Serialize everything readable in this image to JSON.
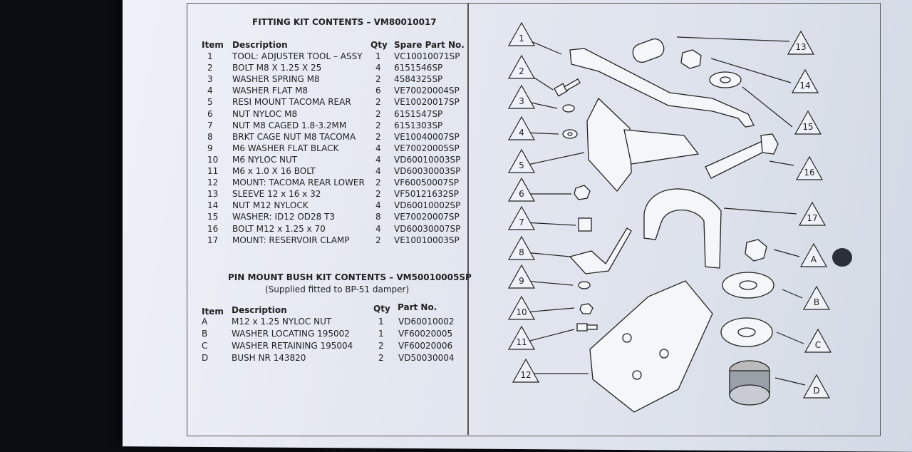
{
  "fitting_kit": {
    "title": "FITTING KIT CONTENTS – VM80010017",
    "headers": {
      "item": "Item",
      "description": "Description",
      "qty": "Qty",
      "part": "Spare Part No."
    },
    "rows": [
      {
        "item": "1",
        "description": "TOOL: ADJUSTER TOOL – ASSY",
        "qty": "1",
        "part": "VC10010071SP"
      },
      {
        "item": "2",
        "description": "BOLT M8 X 1.25 X 25",
        "qty": "4",
        "part": "6151546SP"
      },
      {
        "item": "3",
        "description": "WASHER SPRING M8",
        "qty": "2",
        "part": "4584325SP"
      },
      {
        "item": "4",
        "description": "WASHER FLAT M8",
        "qty": "6",
        "part": "VE70020004SP"
      },
      {
        "item": "5",
        "description": "RESI MOUNT TACOMA REAR",
        "qty": "2",
        "part": "VE10020017SP"
      },
      {
        "item": "6",
        "description": "NUT NYLOC M8",
        "qty": "2",
        "part": "6151547SP"
      },
      {
        "item": "7",
        "description": "NUT M8 CAGED 1.8-3.2MM",
        "qty": "2",
        "part": "6151303SP"
      },
      {
        "item": "8",
        "description": "BRKT CAGE NUT M8 TACOMA",
        "qty": "2",
        "part": "VE10040007SP"
      },
      {
        "item": "9",
        "description": "M6 WASHER FLAT BLACK",
        "qty": "4",
        "part": "VE70020005SP"
      },
      {
        "item": "10",
        "description": "M6 NYLOC NUT",
        "qty": "4",
        "part": "VD60010003SP"
      },
      {
        "item": "11",
        "description": "M6 x 1.0 X 16 BOLT",
        "qty": "4",
        "part": "VD60030003SP"
      },
      {
        "item": "12",
        "description": "MOUNT: TACOMA REAR LOWER",
        "qty": "2",
        "part": "VF60050007SP"
      },
      {
        "item": "13",
        "description": "SLEEVE 12 x 16 x 32",
        "qty": "2",
        "part": "VF50121632SP"
      },
      {
        "item": "14",
        "description": "NUT M12 NYLOCK",
        "qty": "4",
        "part": "VD60010002SP"
      },
      {
        "item": "15",
        "description": "WASHER: ID12 OD28 T3",
        "qty": "8",
        "part": "VE70020007SP"
      },
      {
        "item": "16",
        "description": "BOLT M12 x 1.25 x 70",
        "qty": "4",
        "part": "VD60030007SP"
      },
      {
        "item": "17",
        "description": "MOUNT: RESERVOIR CLAMP",
        "qty": "2",
        "part": "VE10010003SP"
      }
    ]
  },
  "pin_mount": {
    "title": "PIN MOUNT BUSH KIT CONTENTS – VM50010005SP",
    "subtitle": "(Supplied fitted to BP-51 damper)",
    "headers": {
      "item": "Item",
      "description": "Description",
      "qty": "Qty",
      "part": "Part No."
    },
    "rows": [
      {
        "item": "A",
        "description": "M12 x 1.25 NYLOC NUT",
        "qty": "1",
        "part": "VD60010002"
      },
      {
        "item": "B",
        "description": "WASHER LOCATING 195002",
        "qty": "1",
        "part": "VF60020005"
      },
      {
        "item": "C",
        "description": "WASHER RETAINING 195004",
        "qty": "2",
        "part": "VF60020006"
      },
      {
        "item": "D",
        "description": "BUSH NR 143820",
        "qty": "2",
        "part": "VD50030004"
      }
    ]
  },
  "callouts_left": [
    "1",
    "2",
    "3",
    "4",
    "5",
    "6",
    "7",
    "8",
    "9",
    "10",
    "11",
    "12"
  ],
  "callouts_right": [
    "13",
    "14",
    "15",
    "16",
    "17",
    "A",
    "B",
    "C",
    "D"
  ]
}
